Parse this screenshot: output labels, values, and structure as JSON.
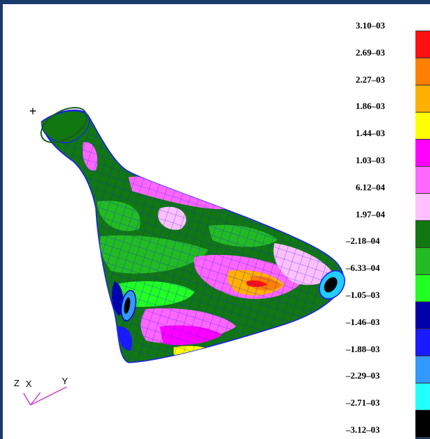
{
  "legend": {
    "labels": [
      "3.10–03",
      "2.69–03",
      "2.27–03",
      "1.86–03",
      "1.44–03",
      "1.03–03",
      "6.12–04",
      "1.97–04",
      "–2.18–04",
      "–6.33–04",
      "–1.05–03",
      "–1.46–03",
      "–1.88–03",
      "–2.29–03",
      "–2.71–03",
      "–3.12–03"
    ],
    "colors": [
      "#ffffff",
      "#ff1010",
      "#ff7f00",
      "#ffb000",
      "#ffff00",
      "#ff00ff",
      "#ff66ff",
      "#ffc0ff",
      "#117711",
      "#22bb22",
      "#22ff22",
      "#0000aa",
      "#1a1aff",
      "#3399ff",
      "#22ffff",
      "#000000"
    ]
  },
  "triad": {
    "z_label": "Z",
    "x_label": "X",
    "y_label": "Y"
  },
  "model": {
    "origin_marker": "+"
  }
}
